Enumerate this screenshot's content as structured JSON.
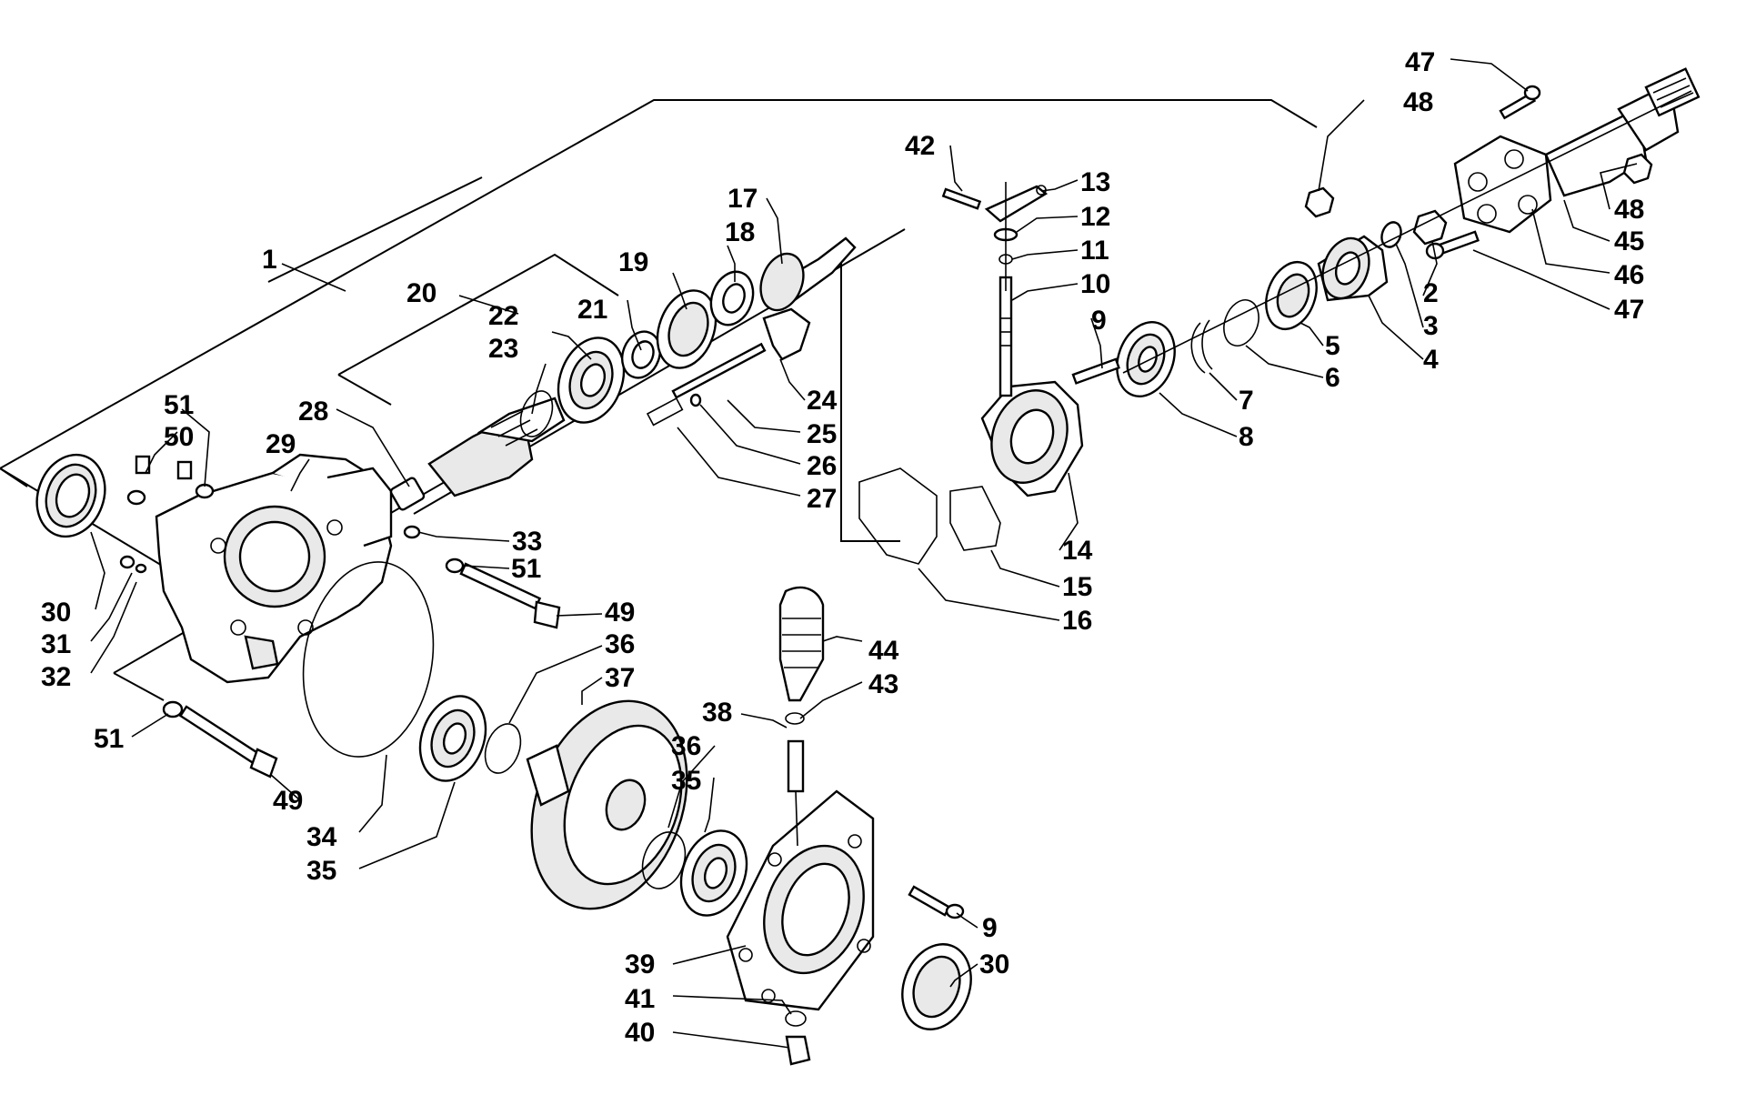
{
  "diagram": {
    "callouts": [
      {
        "id": "c1",
        "text": "1"
      },
      {
        "id": "c2",
        "text": "2"
      },
      {
        "id": "c3",
        "text": "3"
      },
      {
        "id": "c4",
        "text": "4"
      },
      {
        "id": "c5",
        "text": "5"
      },
      {
        "id": "c6",
        "text": "6"
      },
      {
        "id": "c7",
        "text": "7"
      },
      {
        "id": "c8",
        "text": "8"
      },
      {
        "id": "c9a",
        "text": "9"
      },
      {
        "id": "c9b",
        "text": "9"
      },
      {
        "id": "c10",
        "text": "10"
      },
      {
        "id": "c11",
        "text": "11"
      },
      {
        "id": "c12",
        "text": "12"
      },
      {
        "id": "c13",
        "text": "13"
      },
      {
        "id": "c14",
        "text": "14"
      },
      {
        "id": "c15",
        "text": "15"
      },
      {
        "id": "c16",
        "text": "16"
      },
      {
        "id": "c17",
        "text": "17"
      },
      {
        "id": "c18",
        "text": "18"
      },
      {
        "id": "c19",
        "text": "19"
      },
      {
        "id": "c20",
        "text": "20"
      },
      {
        "id": "c21",
        "text": "21"
      },
      {
        "id": "c22",
        "text": "22"
      },
      {
        "id": "c23",
        "text": "23"
      },
      {
        "id": "c24",
        "text": "24"
      },
      {
        "id": "c25",
        "text": "25"
      },
      {
        "id": "c26",
        "text": "26"
      },
      {
        "id": "c27",
        "text": "27"
      },
      {
        "id": "c28",
        "text": "28"
      },
      {
        "id": "c29",
        "text": "29"
      },
      {
        "id": "c30a",
        "text": "30"
      },
      {
        "id": "c30b",
        "text": "30"
      },
      {
        "id": "c31",
        "text": "31"
      },
      {
        "id": "c32",
        "text": "32"
      },
      {
        "id": "c33",
        "text": "33"
      },
      {
        "id": "c34",
        "text": "34"
      },
      {
        "id": "c35a",
        "text": "35"
      },
      {
        "id": "c35b",
        "text": "35"
      },
      {
        "id": "c36a",
        "text": "36"
      },
      {
        "id": "c36b",
        "text": "36"
      },
      {
        "id": "c37",
        "text": "37"
      },
      {
        "id": "c38",
        "text": "38"
      },
      {
        "id": "c39",
        "text": "39"
      },
      {
        "id": "c40",
        "text": "40"
      },
      {
        "id": "c41",
        "text": "41"
      },
      {
        "id": "c42",
        "text": "42"
      },
      {
        "id": "c43",
        "text": "43"
      },
      {
        "id": "c44",
        "text": "44"
      },
      {
        "id": "c45",
        "text": "45"
      },
      {
        "id": "c46",
        "text": "46"
      },
      {
        "id": "c47a",
        "text": "47"
      },
      {
        "id": "c47b",
        "text": "47"
      },
      {
        "id": "c48a",
        "text": "48"
      },
      {
        "id": "c48b",
        "text": "48"
      },
      {
        "id": "c49a",
        "text": "49"
      },
      {
        "id": "c49b",
        "text": "49"
      },
      {
        "id": "c50",
        "text": "50"
      },
      {
        "id": "c51a",
        "text": "51"
      },
      {
        "id": "c51b",
        "text": "51"
      },
      {
        "id": "c51c",
        "text": "51"
      }
    ]
  }
}
